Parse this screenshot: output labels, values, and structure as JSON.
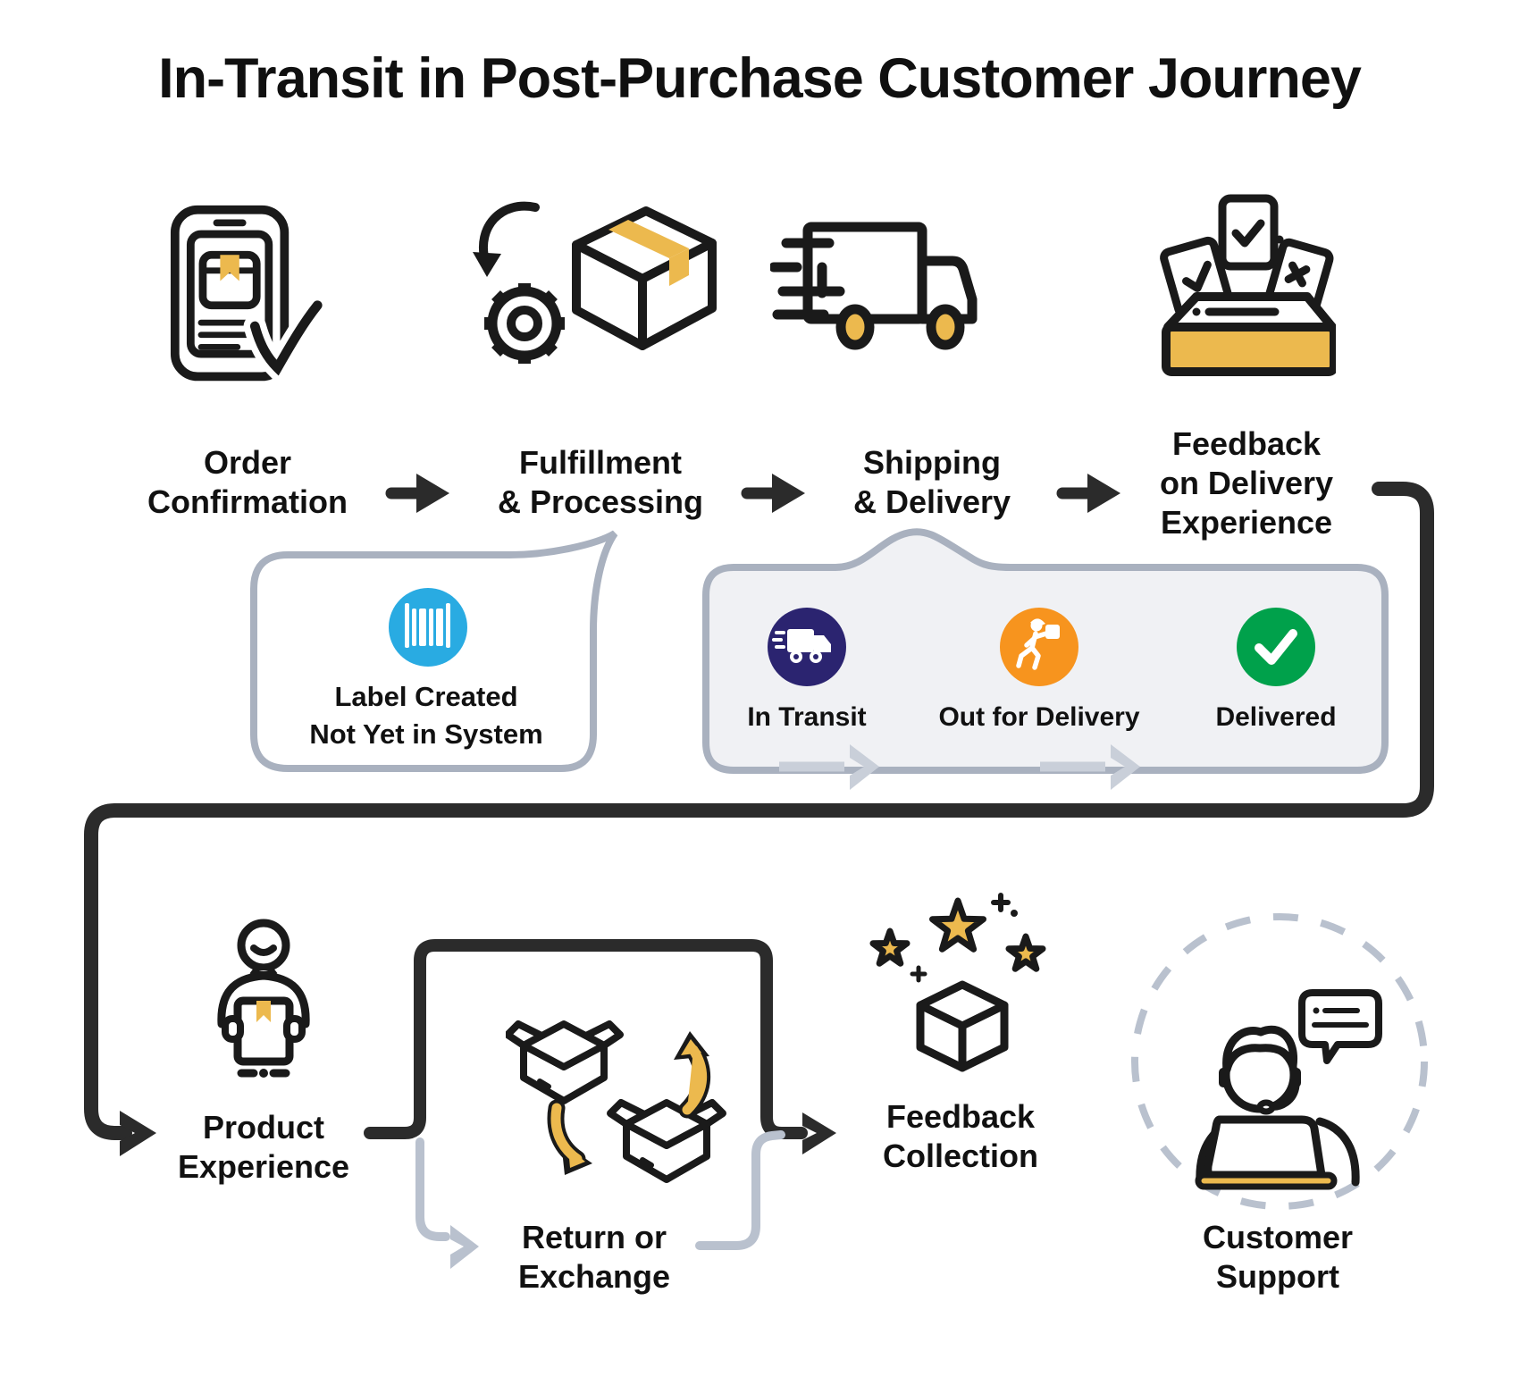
{
  "title": "In-Transit in Post-Purchase Customer Journey",
  "colors": {
    "accent": "#ECB94E",
    "ink": "#1A1A1A",
    "flowBlack": "#2B2B2B",
    "flowGray": "#B9C1CE",
    "borderGray": "#A9B1BF",
    "panelGray": "#F0F1F4",
    "blue": "#29ABE2",
    "navy": "#2B2470",
    "orange": "#F7941E",
    "green": "#00A14B"
  },
  "journey_steps": [
    {
      "id": "order-confirmation",
      "icon": "phone-order-check-icon",
      "label_lines": [
        "Order",
        "Confirmation"
      ]
    },
    {
      "id": "fulfillment-processing",
      "icon": "box-gear-icon",
      "label_lines": [
        "Fulfillment",
        "& Processing"
      ]
    },
    {
      "id": "shipping-delivery",
      "icon": "delivery-truck-icon",
      "label_lines": [
        "Shipping",
        "& Delivery"
      ]
    },
    {
      "id": "feedback-delivery",
      "icon": "ballot-feedback-icon",
      "label_lines": [
        "Feedback",
        "on Delivery",
        "Experience"
      ]
    }
  ],
  "label_callout": {
    "icon": "barcode-icon",
    "lines": [
      "Label Created",
      "Not Yet in System"
    ]
  },
  "shipping_status_panel": {
    "statuses": [
      {
        "label": "In Transit",
        "icon": "transit-truck-icon"
      },
      {
        "label": "Out for Delivery",
        "icon": "courier-icon"
      },
      {
        "label": "Delivered",
        "icon": "check-icon"
      }
    ]
  },
  "bottom_flow": {
    "product_experience": {
      "icon": "person-box-icon",
      "label_lines": [
        "Product",
        "Experience"
      ]
    },
    "return_exchange": {
      "icon": "boxes-exchange-icon",
      "label_lines": [
        "Return or",
        "Exchange"
      ]
    },
    "feedback_collection": {
      "icon": "stars-cube-icon",
      "label_lines": [
        "Feedback",
        "Collection"
      ]
    },
    "customer_support": {
      "icon": "support-agent-icon",
      "label_lines": [
        "Customer",
        "Support"
      ]
    }
  }
}
